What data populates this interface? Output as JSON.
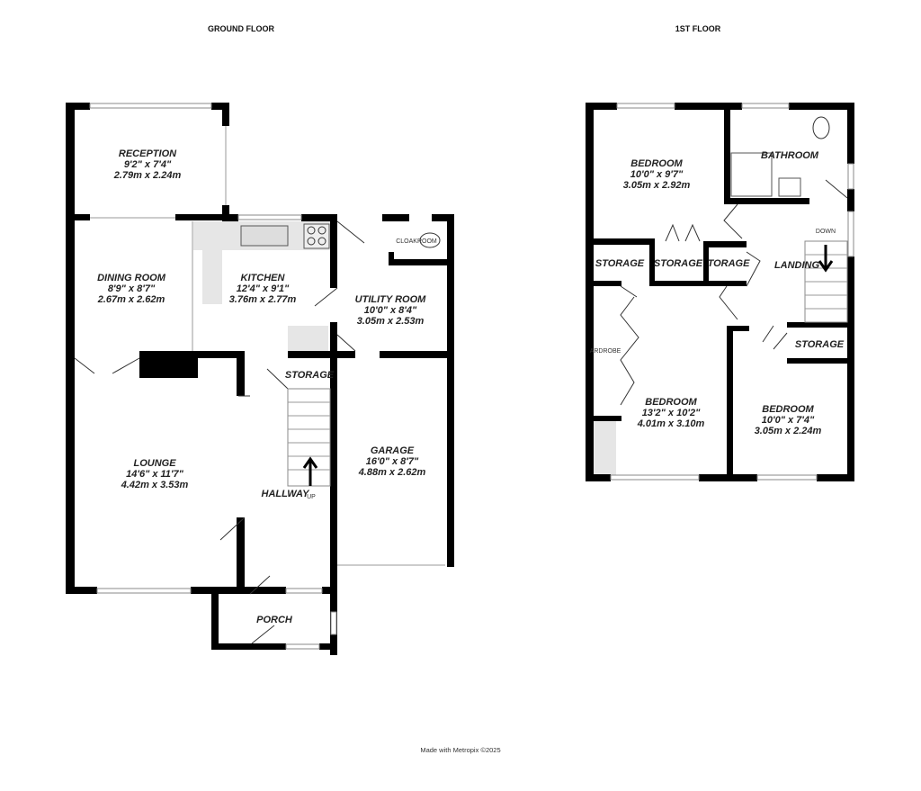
{
  "ground_floor": {
    "title": "GROUND FLOOR",
    "rooms": [
      {
        "name": "RECEPTION",
        "imperial": "9'2\"  x 7'4\"",
        "metric": "2.79m  x 2.24m"
      },
      {
        "name": "DINING ROOM",
        "imperial": "8'9\"  x 8'7\"",
        "metric": "2.67m  x 2.62m"
      },
      {
        "name": "KITCHEN",
        "imperial": "12'4\"  x 9'1\"",
        "metric": "3.76m  x 2.77m"
      },
      {
        "name": "UTILITY ROOM",
        "imperial": "10'0\"  x 8'4\"",
        "metric": "3.05m  x 2.53m"
      },
      {
        "name": "LOUNGE",
        "imperial": "14'6\"  x 11'7\"",
        "metric": "4.42m  x 3.53m"
      },
      {
        "name": "GARAGE",
        "imperial": "16'0\"  x 8'7\"",
        "metric": "4.88m  x 2.62m"
      }
    ],
    "labels": {
      "cloakroom": "CLOAKROOM",
      "storage": "STORAGE",
      "hallway": "HALLWAY",
      "up": "UP",
      "porch": "PORCH"
    }
  },
  "first_floor": {
    "title": "1ST FLOOR",
    "rooms": [
      {
        "name": "BEDROOM",
        "imperial": "10'0\"  x 9'7\"",
        "metric": "3.05m  x 2.92m"
      },
      {
        "name": "BEDROOM",
        "imperial": "13'2\"  x 10'2\"",
        "metric": "4.01m  x 3.10m"
      },
      {
        "name": "BEDROOM",
        "imperial": "10'0\"  x 7'4\"",
        "metric": "3.05m  x 2.24m"
      }
    ],
    "labels": {
      "bathroom": "BATHROOM",
      "landing": "LANDING",
      "down": "DOWN",
      "storage1": "STORAGE",
      "storage2": "STORAGE",
      "storage3": "TORAGE",
      "storage4": "STORAGE",
      "wardrobe": "ARDROBE"
    }
  },
  "footer": "Made with Metropix ©2025"
}
